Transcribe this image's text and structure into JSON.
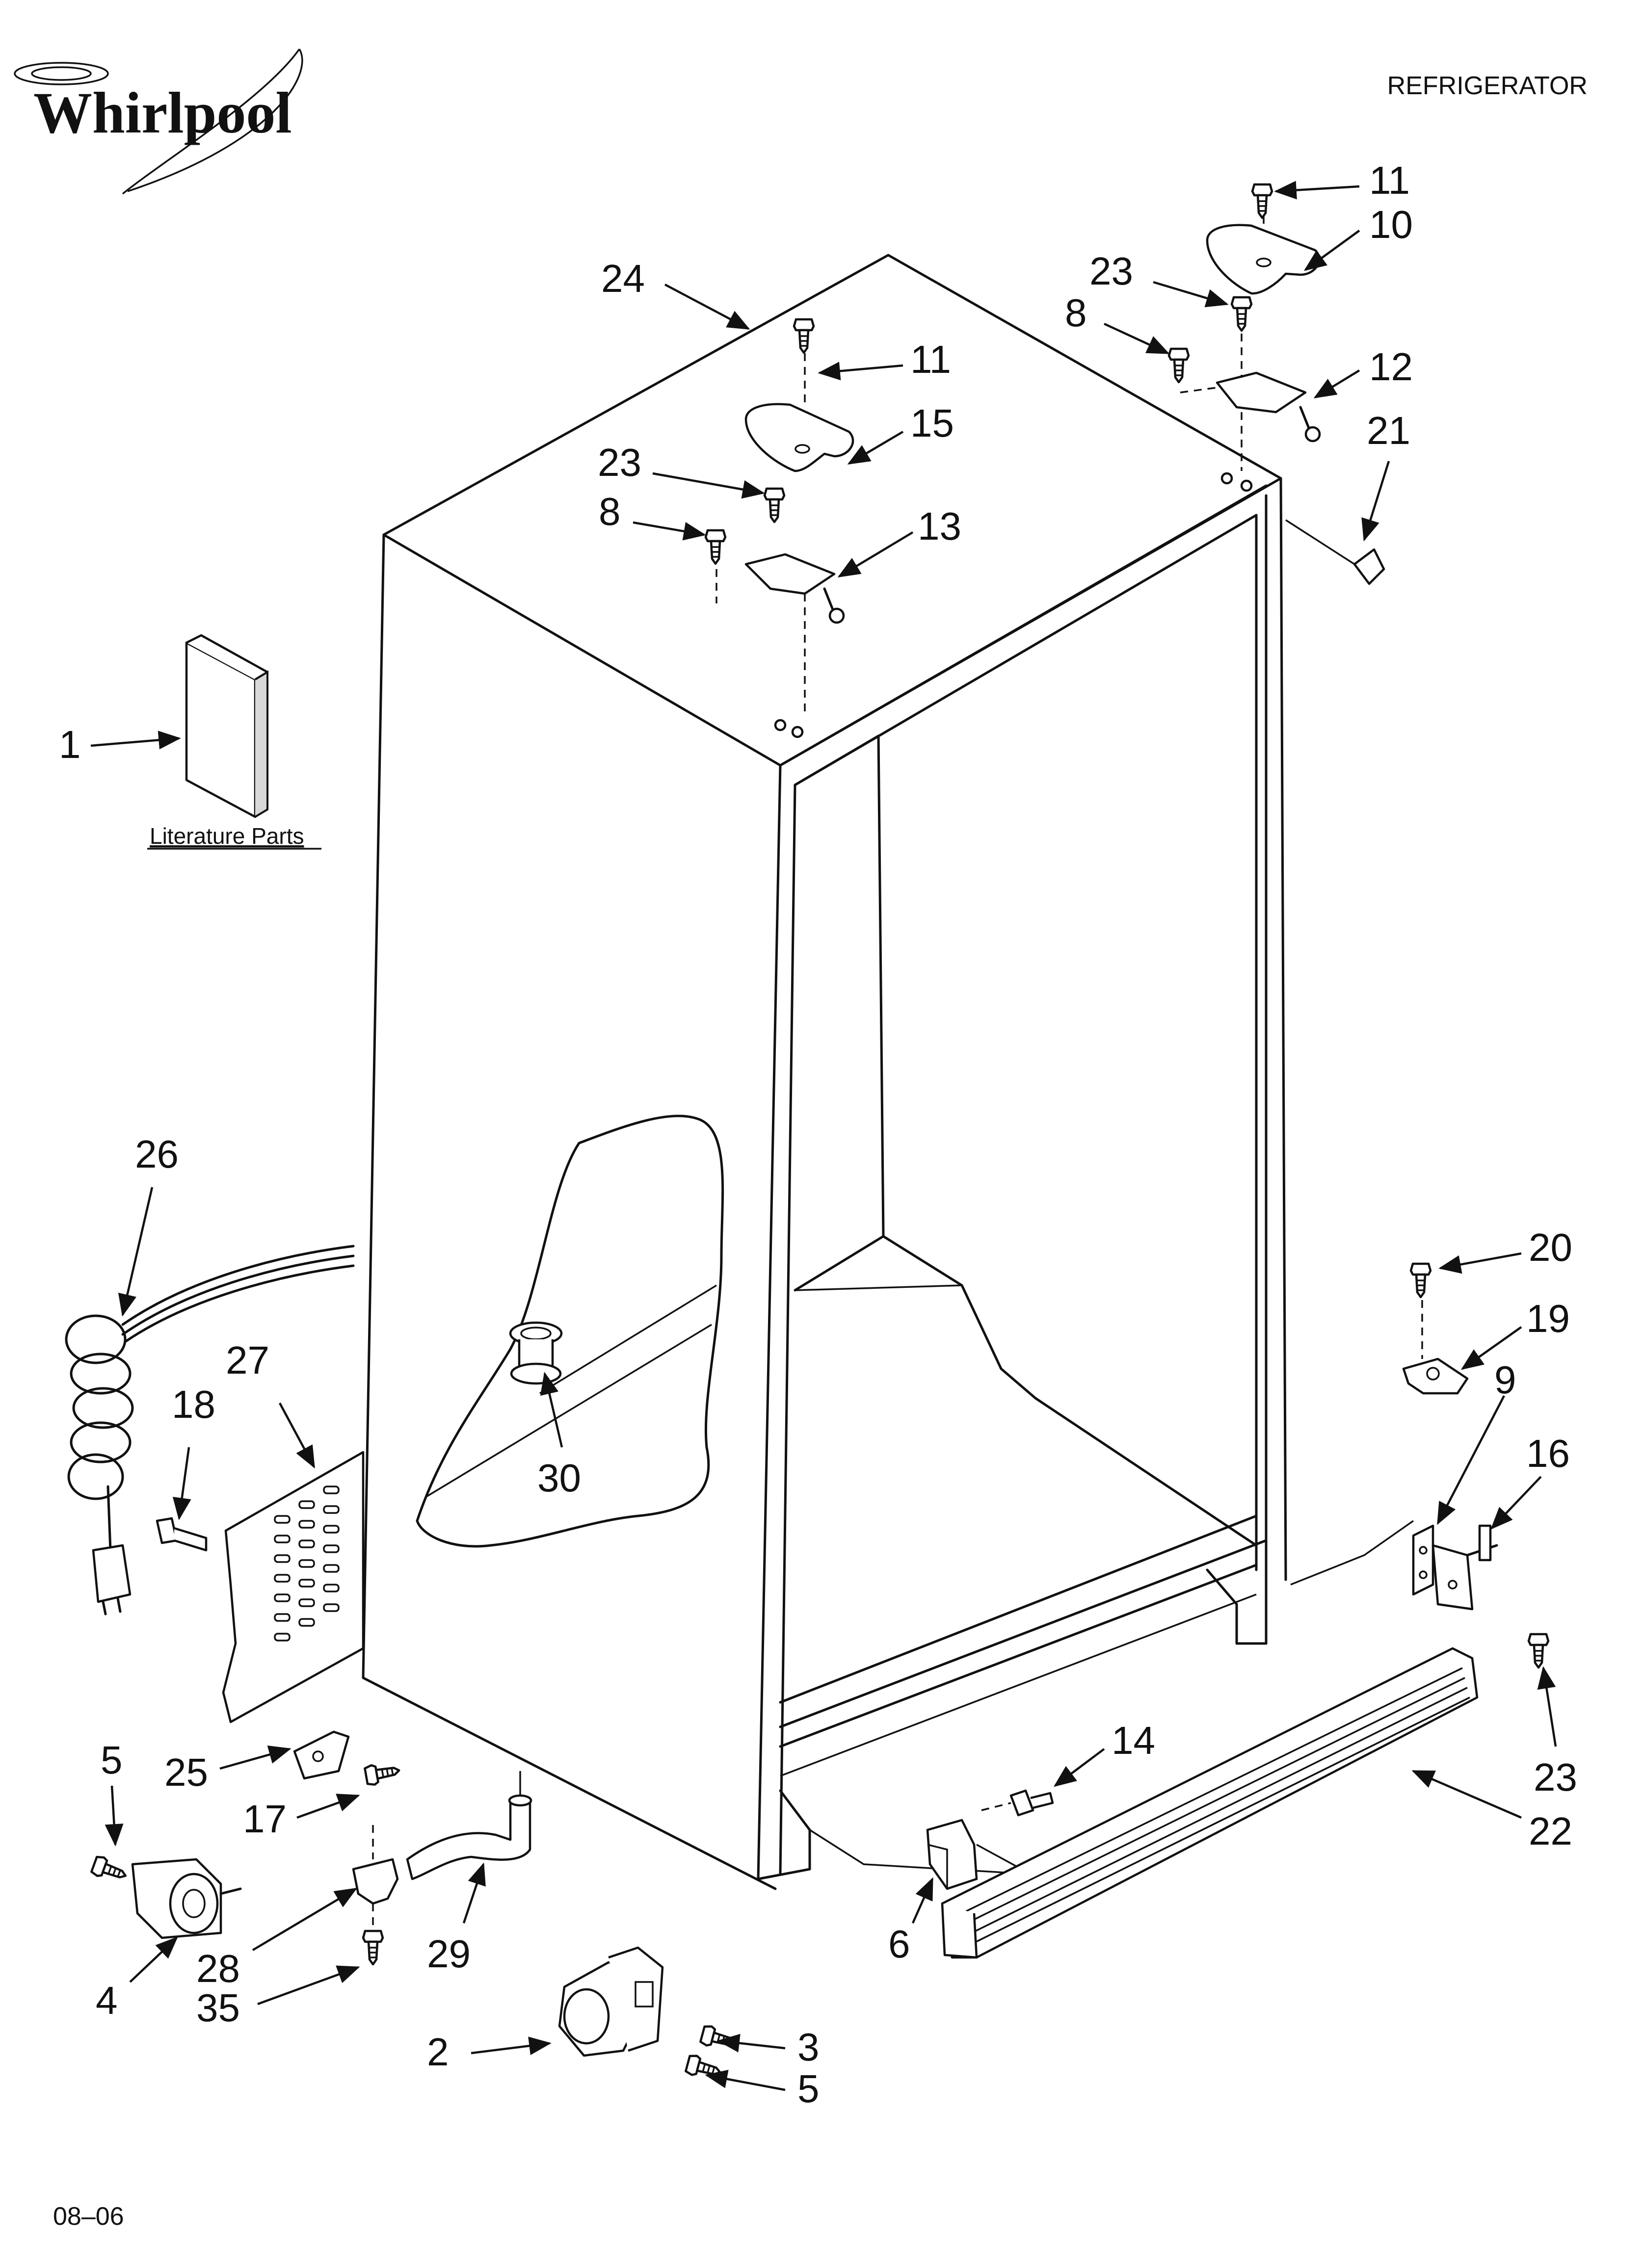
{
  "header": {
    "brand": "Whirlpool",
    "category": "REFRIGERATOR"
  },
  "footer": {
    "code": "08–06"
  },
  "literature_label": "Literature Parts",
  "callouts": [
    {
      "id": "c24a",
      "label": "24"
    },
    {
      "id": "c11a",
      "label": "11"
    },
    {
      "id": "c10a",
      "label": "10"
    },
    {
      "id": "c23a",
      "label": "23"
    },
    {
      "id": "c8a",
      "label": "8"
    },
    {
      "id": "c12",
      "label": "12"
    },
    {
      "id": "c21",
      "label": "21"
    },
    {
      "id": "c11b",
      "label": "11"
    },
    {
      "id": "c15",
      "label": "15"
    },
    {
      "id": "c23b",
      "label": "23"
    },
    {
      "id": "c8b",
      "label": "8"
    },
    {
      "id": "c13",
      "label": "13"
    },
    {
      "id": "c1",
      "label": "1"
    },
    {
      "id": "c26",
      "label": "26"
    },
    {
      "id": "c27",
      "label": "27"
    },
    {
      "id": "c18",
      "label": "18"
    },
    {
      "id": "c30",
      "label": "30"
    },
    {
      "id": "c20",
      "label": "20"
    },
    {
      "id": "c19",
      "label": "19"
    },
    {
      "id": "c9",
      "label": "9"
    },
    {
      "id": "c16",
      "label": "16"
    },
    {
      "id": "c23c",
      "label": "23"
    },
    {
      "id": "c22",
      "label": "22"
    },
    {
      "id": "c14",
      "label": "14"
    },
    {
      "id": "c6",
      "label": "6"
    },
    {
      "id": "c5a",
      "label": "5"
    },
    {
      "id": "c25",
      "label": "25"
    },
    {
      "id": "c17",
      "label": "17"
    },
    {
      "id": "c4",
      "label": "4"
    },
    {
      "id": "c28",
      "label": "28"
    },
    {
      "id": "c29",
      "label": "29"
    },
    {
      "id": "c35",
      "label": "35"
    },
    {
      "id": "c2",
      "label": "2"
    },
    {
      "id": "c3",
      "label": "3"
    },
    {
      "id": "c5b",
      "label": "5"
    }
  ]
}
